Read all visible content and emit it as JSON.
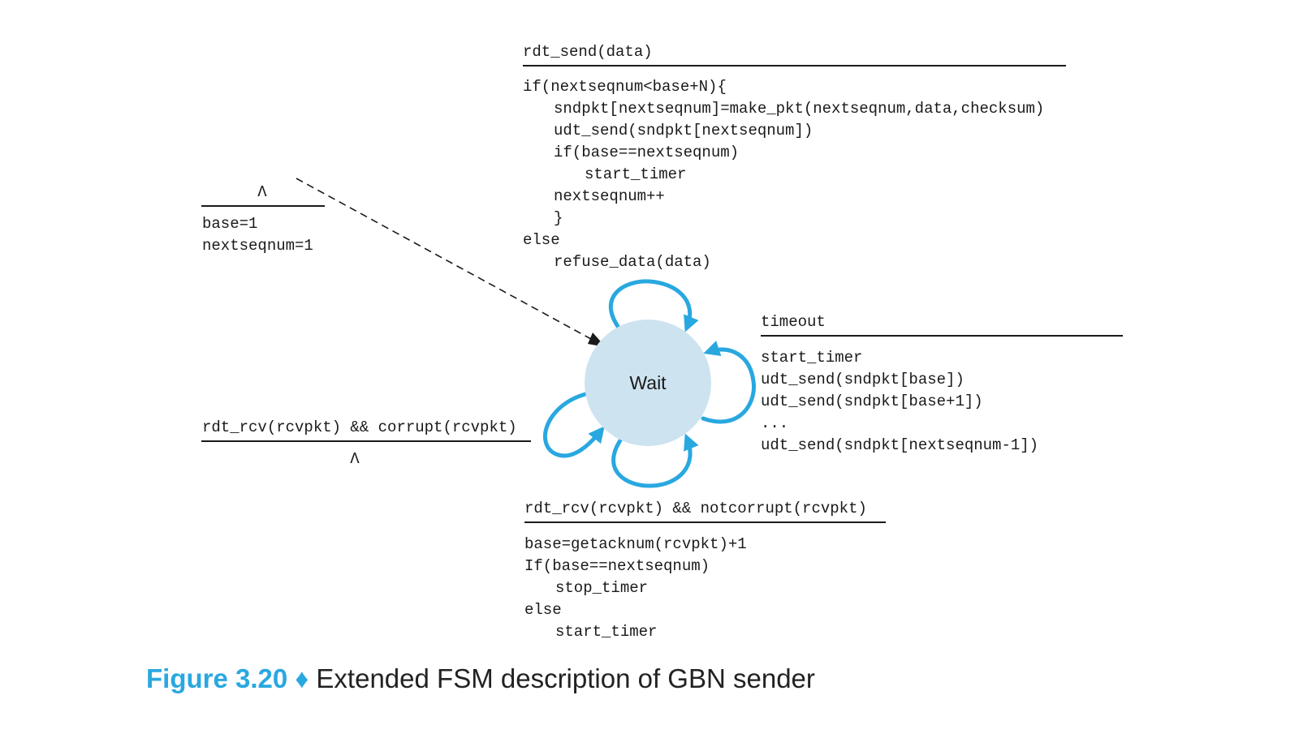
{
  "colors": {
    "accent": "#29a8e0",
    "state_fill": "#cde3f0",
    "text": "#1a1a1a"
  },
  "state": {
    "label": "Wait"
  },
  "transitions": {
    "init": {
      "event": "Λ",
      "actions": [
        "base=1",
        "nextseqnum=1"
      ]
    },
    "send": {
      "event": "rdt_send(data)",
      "actions": [
        "if(nextseqnum<base+N){",
        "sndpkt[nextseqnum]=make_pkt(nextseqnum,data,checksum)",
        "udt_send(sndpkt[nextseqnum])",
        "if(base==nextseqnum)",
        "start_timer",
        "nextseqnum++",
        "}",
        "else",
        "refuse_data(data)"
      ]
    },
    "timeout": {
      "event": "timeout",
      "actions": [
        "start_timer",
        "udt_send(sndpkt[base])",
        "udt_send(sndpkt[base+1])",
        "...",
        "udt_send(sndpkt[nextseqnum-1])"
      ]
    },
    "corrupt": {
      "event": "rdt_rcv(rcvpkt) && corrupt(rcvpkt)",
      "action": "Λ"
    },
    "notcorrupt": {
      "event": "rdt_rcv(rcvpkt) && notcorrupt(rcvpkt)",
      "actions": [
        "base=getacknum(rcvpkt)+1",
        "If(base==nextseqnum)",
        "stop_timer",
        "else",
        "start_timer"
      ]
    }
  },
  "caption": {
    "figure": "Figure 3.20",
    "separator": "♦",
    "text": "Extended FSM description of GBN sender"
  }
}
